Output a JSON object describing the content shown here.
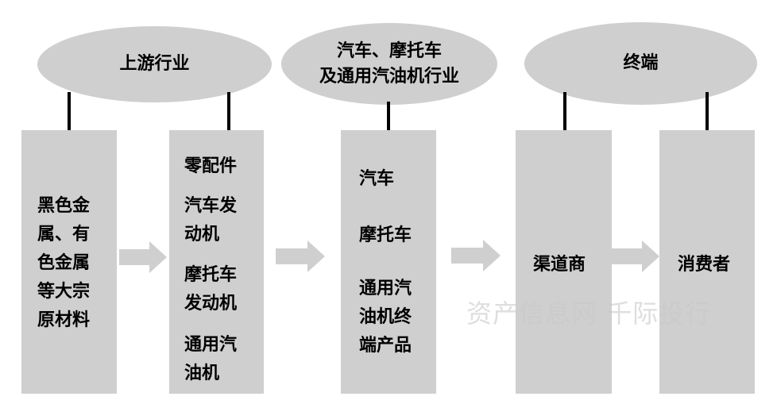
{
  "headers": {
    "upstream": "上游行业",
    "industry": "汽车、摩托车\n及通用汽油机行业",
    "terminal": "终端"
  },
  "boxes": {
    "raw_materials": "黑色金\n属、有\n色金属\n等大宗\n原材料",
    "parts_title": "零配件",
    "parts_car_engine": "汽车发\n动机",
    "parts_moto_engine": "摩托车\n发动机",
    "parts_gas_engine": "通用汽\n油机",
    "product_car": "汽车",
    "product_moto": "摩托车",
    "product_gas_engine": "通用汽\n油机终\n端产品",
    "channel": "渠道商",
    "consumer": "消费者"
  },
  "watermark": "资产信息网 千际投行",
  "colors": {
    "shape_fill": "#cfcfcf",
    "connector": "#000000",
    "arrow_fill": "#cfcfcf"
  }
}
